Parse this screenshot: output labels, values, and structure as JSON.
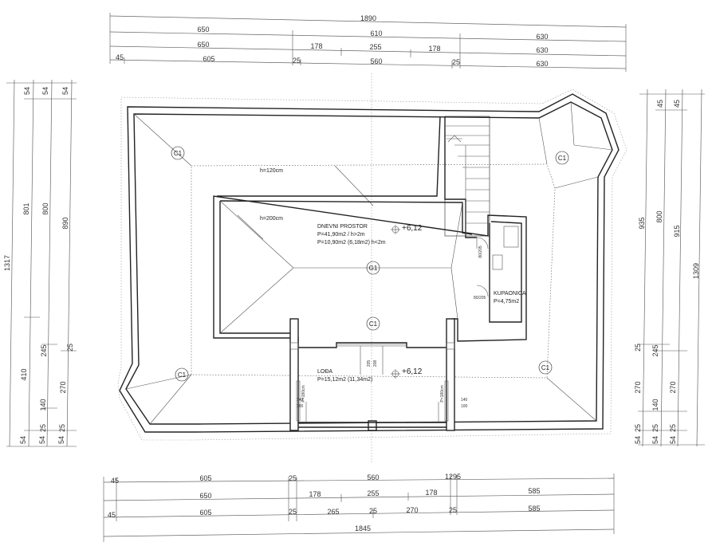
{
  "dimensions": {
    "top": [
      [
        "1890"
      ],
      [
        "650",
        "610",
        "630"
      ],
      [
        "650",
        "178",
        "255",
        "178",
        "630"
      ],
      [
        "45",
        "605",
        "25",
        "560",
        "25",
        "630"
      ]
    ],
    "bottom": [
      [
        "45",
        "605",
        "25",
        "560",
        "1295"
      ],
      [
        "650",
        "178",
        "255",
        "178",
        "585"
      ],
      [
        "45",
        "605",
        "25",
        "265",
        "25",
        "270",
        "25",
        "585"
      ],
      [
        "1845"
      ]
    ],
    "left": [
      [
        "1317"
      ],
      [
        "54",
        "801",
        "410",
        "54"
      ],
      [
        "54",
        "800",
        "245",
        "140",
        "25",
        "54"
      ],
      [
        "54",
        "890",
        "25",
        "270",
        "25",
        "54"
      ]
    ],
    "right": [
      [
        "935",
        "25",
        "270",
        "25",
        "54"
      ],
      [
        "45",
        "800",
        "245",
        "140",
        "25",
        "54"
      ],
      [
        "45",
        "915",
        "270",
        "25",
        "54"
      ],
      [
        "1309"
      ]
    ]
  },
  "rooms": {
    "dnevni": {
      "name": "DNEVNI PROSTOR",
      "area1": "P=41,90m2 / h>2m",
      "area2": "P=10,90m2 (6,18m2) h<2m"
    },
    "kupaonica": {
      "name": "KUPAONICA",
      "area": "P=4,75m2"
    },
    "lodja": {
      "name": "LOĐA",
      "area": "P=15,12m2 (11,34m2)"
    }
  },
  "levels": {
    "upper": "+6,12",
    "lodja": "+6,12"
  },
  "heights": {
    "h120": "h=120cm",
    "h200": "h=200cm"
  },
  "tags": {
    "c1": "C1",
    "g1": "G1"
  },
  "small": {
    "door1": "80/205",
    "door2": "80/205",
    "win1": "140",
    "win2": "100",
    "win3": "140",
    "win4": "100",
    "rail1": "P=180cm",
    "rail2": "P=180cm",
    "center1": "205",
    "center2": "208"
  }
}
